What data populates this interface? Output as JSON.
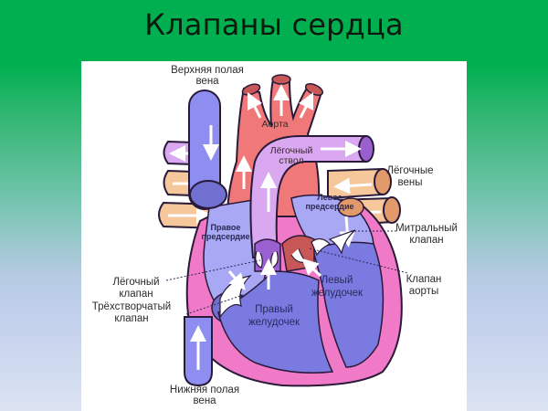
{
  "slide": {
    "title": "Клапаны сердца",
    "colors": {
      "background_top": "#00b050",
      "background_bottom": "#dbe3f2",
      "panel": "#ffffff"
    }
  },
  "diagram": {
    "labels": {
      "superior_vena_cava_1": "Верхняя полая",
      "superior_vena_cava_2": "вена",
      "aorta": "Аорта",
      "pulmonary_trunk_1": "Лёгочный",
      "pulmonary_trunk_2": "ствол",
      "pulmonary_veins_1": "Лёгочные",
      "pulmonary_veins_2": "вены",
      "left_atrium_1": "Левое",
      "left_atrium_2": "предсердие",
      "right_atrium_1": "Правое",
      "right_atrium_2": "предсердие",
      "mitral_valve_1": "Митральный",
      "mitral_valve_2": "клапан",
      "aortic_valve_1": "Клапан",
      "aortic_valve_2": "аорты",
      "pulmonary_valve_1": "Лёгочный",
      "pulmonary_valve_2": "клапан",
      "tricuspid_valve_1": "Трёхстворчатый",
      "tricuspid_valve_2": "клапан",
      "left_ventricle_1": "Левый",
      "left_ventricle_2": "желудочек",
      "right_ventricle_1": "Правый",
      "right_ventricle_2": "желудочек",
      "inferior_vena_cava_1": "Нижняя полая",
      "inferior_vena_cava_2": "вена"
    },
    "colors": {
      "vena_cava": "#8e8ef0",
      "aorta": "#f07878",
      "pulmonary_trunk": "#d9a8f0",
      "pulmonary_veins": "#f5c79a",
      "muscle_wall": "#f07ac8",
      "atrium_fill": "#a8a8f5",
      "ventricle_fill": "#7a7ae0",
      "valve": "#ffffff",
      "outline": "#2a1a3a"
    }
  }
}
